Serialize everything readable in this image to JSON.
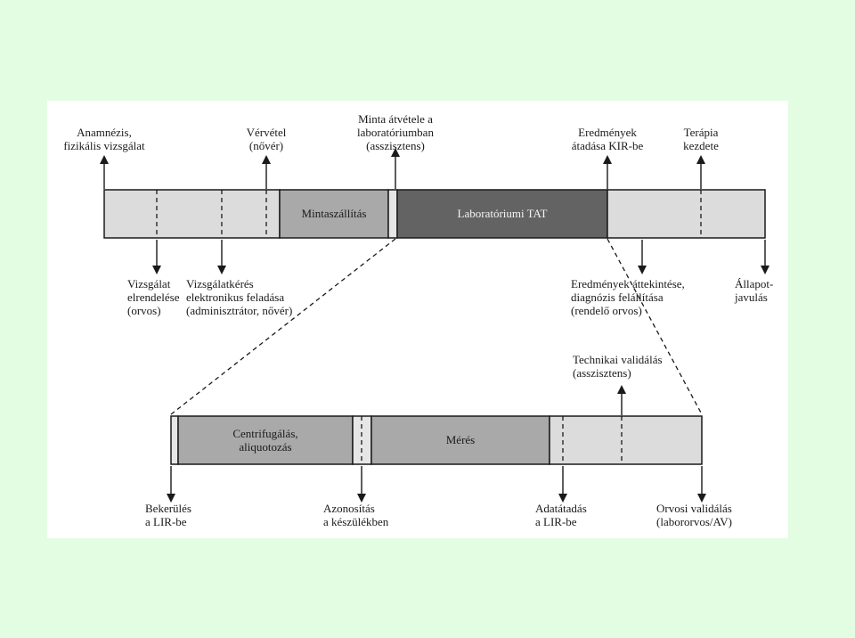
{
  "colors": {
    "slide_bg": "#e2fde2",
    "panel_bg": "#ffffff",
    "light_segment": "#dcdcdc",
    "mid_segment": "#a9a9a9",
    "dark_segment": "#636363",
    "ink": "#1a1a1a"
  },
  "top_bar": {
    "segments": {
      "transport": "Mintaszállítás",
      "lab_tat": "Laboratóriumi TAT"
    },
    "labels_above": {
      "anamnesis": "Anamnézis,\nfizikális vizsgálat",
      "blood_draw": "Vérvétel\n(nővér)",
      "sample_receipt": "Minta átvétele a\nlaboratóriumban\n(asszisztens)",
      "results_transfer": "Eredmények\nátadása KIR-be",
      "therapy_start": "Terápia\nkezdete"
    },
    "labels_below": {
      "test_order": "Vizsgálat\nelrendelése\n(orvos)",
      "electronic_request": "Vizsgálatkérés\nelektronikus feladása\n(adminisztrátor, nővér)",
      "results_review": "Eredmények áttekintése,\ndiagnózis felállítása\n(rendelő orvos)",
      "condition_improvement": "Állapot-\njavulás"
    }
  },
  "bottom_bar": {
    "segments": {
      "centrifuge": "Centrifugálás,\naliquotozás",
      "measurement": "Mérés"
    },
    "labels_above": {
      "technical_validation": "Technikai validálás\n(asszisztens)"
    },
    "labels_below": {
      "lis_entry": "Bekerülés\na LIR-be",
      "device_identification": "Azonosítás\na készülékben",
      "data_transfer": "Adatátadás\na LIR-be",
      "medical_validation": "Orvosi validálás\n(labororvos/AV)"
    }
  }
}
